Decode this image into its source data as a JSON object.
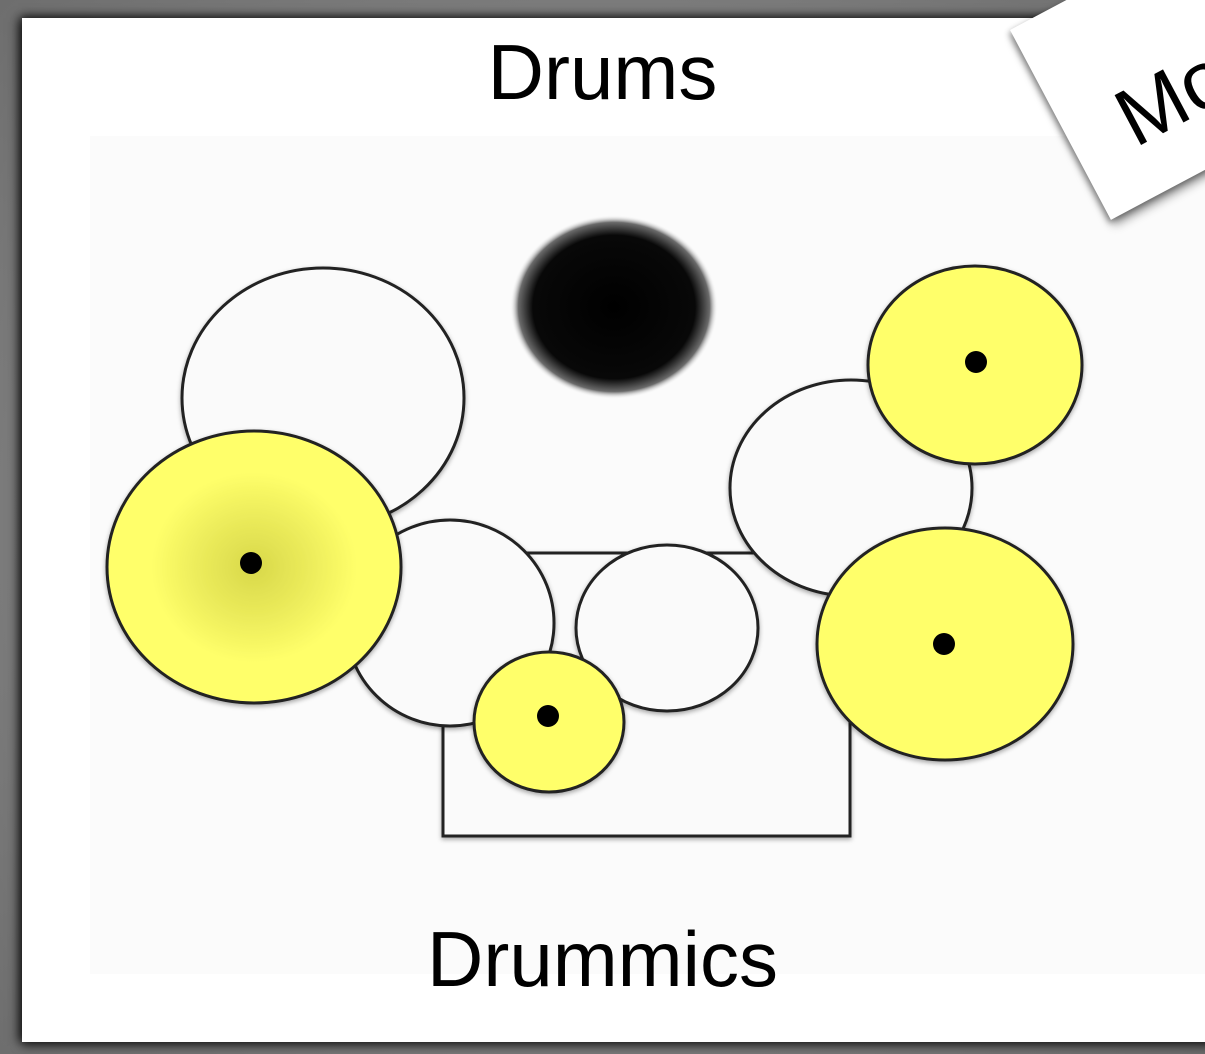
{
  "card": {
    "title": "Drums",
    "footer": "Drummics"
  },
  "tag": {
    "label": "Mon"
  },
  "colors": {
    "cymbal": "#ffff6a",
    "drum_fill": "#fafafa",
    "outline": "#222222",
    "bass": "#050505"
  }
}
